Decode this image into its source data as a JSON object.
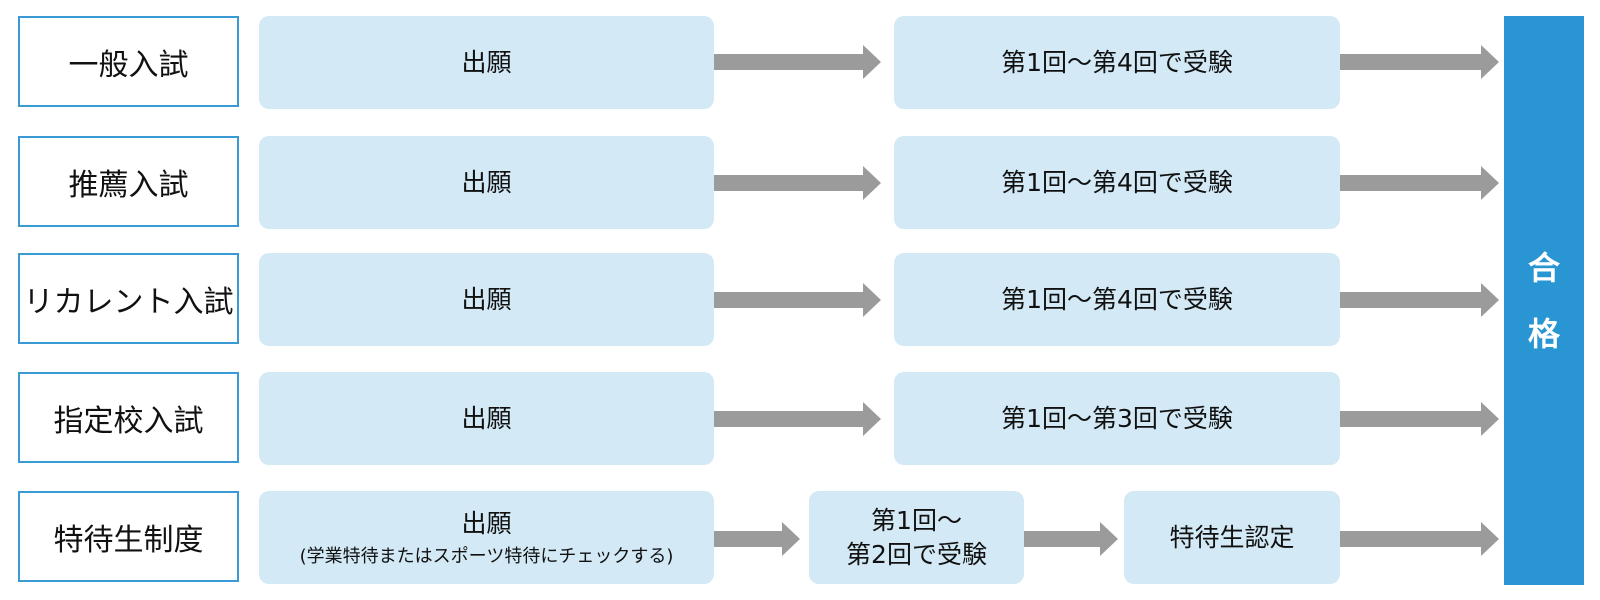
{
  "colors": {
    "label_border": "#3a9ad4",
    "step_fill": "#d3e9f5",
    "arrow": "#9b9b9b",
    "goal_fill": "#2a95d3",
    "goal_text": "#ffffff"
  },
  "rows": [
    {
      "label": "一般入試",
      "step1": "出願",
      "step2": "第1回〜第4回で受験"
    },
    {
      "label": "推薦入試",
      "step1": "出願",
      "step2": "第1回〜第4回で受験"
    },
    {
      "label": "リカレント入試",
      "step1": "出願",
      "step2": "第1回〜第4回で受験"
    },
    {
      "label": "指定校入試",
      "step1": "出願",
      "step2": "第1回〜第3回で受験"
    },
    {
      "label": "特待生制度",
      "step1": "出願",
      "step1_note": "(学業特待またはスポーツ特待にチェックする)",
      "step2_line1": "第1回〜",
      "step2_line2": "第2回で受験",
      "step3": "特待生認定"
    }
  ],
  "goal": {
    "char1": "合",
    "char2": "格"
  },
  "icons": {
    "arrow": "right-arrow-icon"
  }
}
